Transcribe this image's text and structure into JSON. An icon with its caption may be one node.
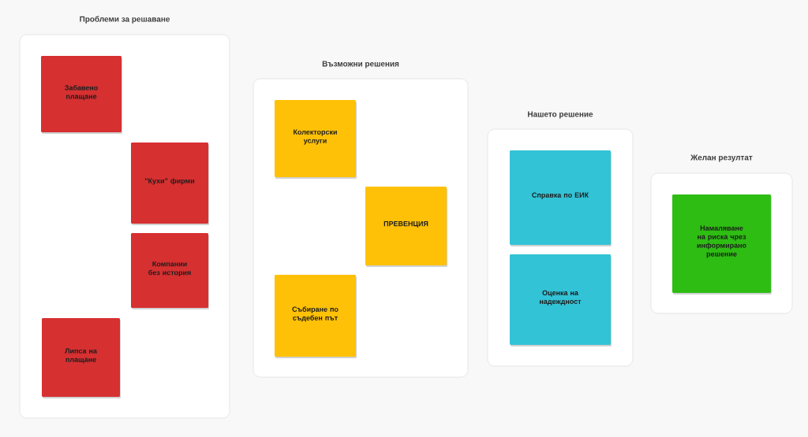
{
  "diagram": {
    "nodes": [
      {
        "text": [
          "Проблеми за решаване"
        ]
      },
      {
        "text": [
          "Забавено плащане"
        ],
        "in": 0
      },
      {
        "text": [
          "\"Кухи\" фирми"
        ],
        "in": 0
      },
      {
        "text": [
          "Компании без история"
        ],
        "in": 0
      },
      {
        "text": [
          "Липса на плащане"
        ],
        "in": 0
      },
      {
        "text": [
          "Възможни решения"
        ]
      },
      {
        "text": [
          "Колекторски услуги"
        ],
        "in": 5
      },
      {
        "text": [
          "ПРЕВЕНЦИЯ"
        ],
        "in": 5
      },
      {
        "text": [
          "Събиране по съдебен път"
        ],
        "in": 5
      },
      {
        "text": [
          "Нашето решение"
        ]
      },
      {
        "text": [
          "Справка по ЕИК"
        ],
        "in": 9
      },
      {
        "text": [
          "Оценка на надеждност"
        ],
        "in": 9
      },
      {
        "text": [
          "Желан резултат"
        ]
      },
      {
        "text": [
          "Намаляване на риска чрез информирано решение"
        ],
        "in": 12
      }
    ]
  }
}
